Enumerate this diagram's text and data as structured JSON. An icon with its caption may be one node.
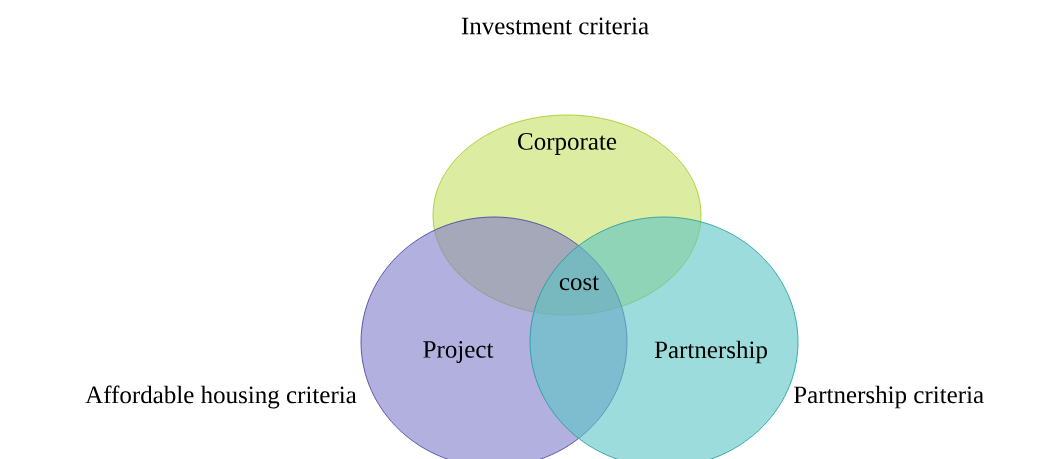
{
  "diagram": {
    "nodes": [
      {
        "text": [
          "Corporate"
        ],
        "beside": [
          "Investment criteria"
        ]
      },
      {
        "text": [
          "Project"
        ],
        "beside": [
          "Affordable housing criteria"
        ]
      },
      {
        "text": [
          "Partnership"
        ],
        "beside": [
          "Partnership criteria"
        ]
      }
    ],
    "labels": [
      "cost"
    ]
  }
}
